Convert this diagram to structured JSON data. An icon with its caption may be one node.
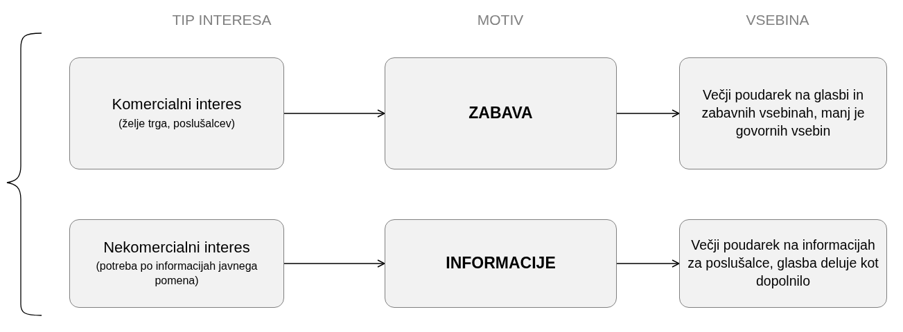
{
  "diagram": {
    "nodes": [
      {
        "text": [
          "Komercialni interes",
          "(želje trga, poslušalcev)"
        ]
      },
      {
        "text": [
          "ZABAVA"
        ]
      },
      {
        "text": [
          "Večji poudarek na glasbi in zabavnih vsebinah, manj je govornih vsebin"
        ]
      },
      {
        "text": [
          "Nekomercialni interes",
          "(potreba po informacijah javnega pomena)"
        ]
      },
      {
        "text": [
          "INFORMACIJE"
        ]
      },
      {
        "text": [
          "Večji poudarek na informacijah za poslušalce, glasba deluje kot dopolnilo"
        ]
      }
    ],
    "edges": [
      {
        "from": 0,
        "to": 1,
        "arrow": "to"
      },
      {
        "from": 1,
        "to": 2,
        "arrow": "to"
      },
      {
        "from": 3,
        "to": 4,
        "arrow": "to"
      },
      {
        "from": 4,
        "to": 5,
        "arrow": "to"
      }
    ],
    "labels": [
      "TIP INTERESA",
      "MOTIV",
      "VSEBINA"
    ]
  }
}
